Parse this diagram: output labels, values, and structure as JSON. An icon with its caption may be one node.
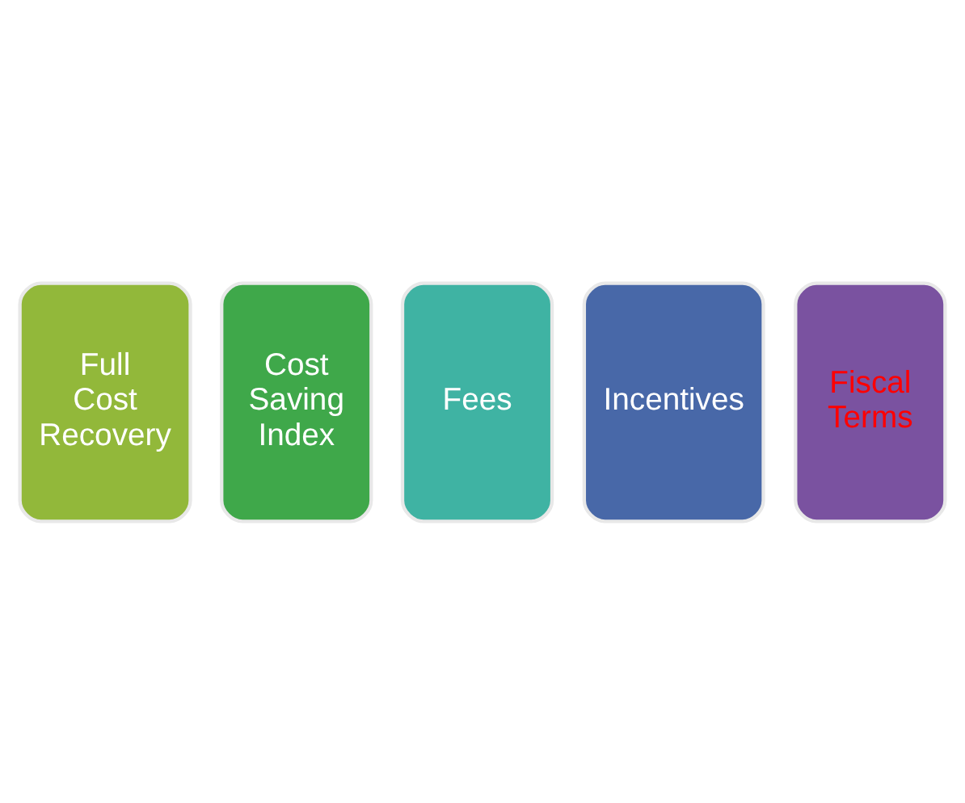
{
  "diagram": {
    "nodes": [
      {
        "text": [
          "Full Cost Recovery"
        ]
      },
      {
        "text": [
          "Cost Saving Index"
        ]
      },
      {
        "text": [
          "Fees"
        ]
      },
      {
        "text": [
          "Incentives"
        ]
      },
      {
        "text": [
          "Fiscal Terms"
        ]
      }
    ],
    "edges": []
  }
}
